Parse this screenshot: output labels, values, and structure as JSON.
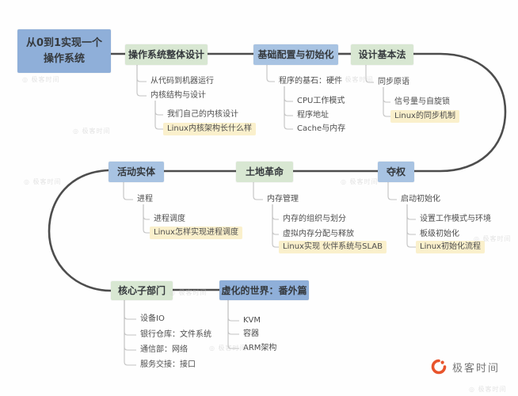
{
  "mindmap": {
    "root": {
      "id": "root",
      "label_lines": [
        "从0到1实现一个",
        "操作系统"
      ]
    },
    "topics": [
      {
        "id": "overall",
        "label": "操作系统整体设计",
        "children": [
          {
            "label": "从代码到机器运行"
          },
          {
            "label": "内核结构与设计",
            "children": [
              {
                "label": "我们自己的内核设计"
              },
              {
                "label": "Linux内核架构长什么样",
                "highlight": true
              }
            ]
          }
        ]
      },
      {
        "id": "basic",
        "label": "基础配置与初始化",
        "children": [
          {
            "label": "程序的基石：硬件",
            "children": [
              {
                "label": "CPU工作模式"
              },
              {
                "label": "程序地址"
              },
              {
                "label": "Cache与内存"
              }
            ]
          }
        ]
      },
      {
        "id": "law",
        "label": "设计基本法",
        "children": [
          {
            "label": "同步原语",
            "children": [
              {
                "label": "信号量与自旋锁"
              },
              {
                "label": "Linux的同步机制",
                "highlight": true
              }
            ]
          }
        ]
      },
      {
        "id": "seize",
        "label": "夺权",
        "children": [
          {
            "label": "启动初始化",
            "children": [
              {
                "label": "设置工作模式与环境"
              },
              {
                "label": "板级初始化"
              },
              {
                "label": "Linux初始化流程",
                "highlight": true
              }
            ]
          }
        ]
      },
      {
        "id": "land",
        "label": "土地革命",
        "children": [
          {
            "label": "内存管理",
            "children": [
              {
                "label": "内存的组织与划分"
              },
              {
                "label": "虚拟内存分配与释放"
              },
              {
                "label": "Linux实现 伙伴系统与SLAB",
                "highlight": true
              }
            ]
          }
        ]
      },
      {
        "id": "active",
        "label": "活动实体",
        "children": [
          {
            "label": "进程",
            "children": [
              {
                "label": "进程调度"
              },
              {
                "label": "Linux怎样实现进程调度",
                "highlight": true
              }
            ]
          }
        ]
      },
      {
        "id": "core",
        "label": "核心子部门",
        "children": [
          {
            "label": "设备IO"
          },
          {
            "label": "银行仓库：文件系统"
          },
          {
            "label": "通信部：网络"
          },
          {
            "label": "服务交接：接口"
          }
        ]
      },
      {
        "id": "virtual",
        "label": "虚化的世界：番外篇",
        "children": [
          {
            "label": "KVM"
          },
          {
            "label": "容器"
          },
          {
            "label": "ARM架构"
          }
        ]
      }
    ]
  },
  "colors": {
    "deep_blue": "#8fafd9",
    "light_blue": "#a8c3e2",
    "green": "#d8e7d2",
    "highlight": "#faf0cc",
    "trunk_line": "#4d4d4d",
    "branch_line": "#c2c2c2",
    "logo_orange": "#e8542c"
  },
  "watermark_text": "极客时间",
  "logo": {
    "brand": "极客时间"
  }
}
